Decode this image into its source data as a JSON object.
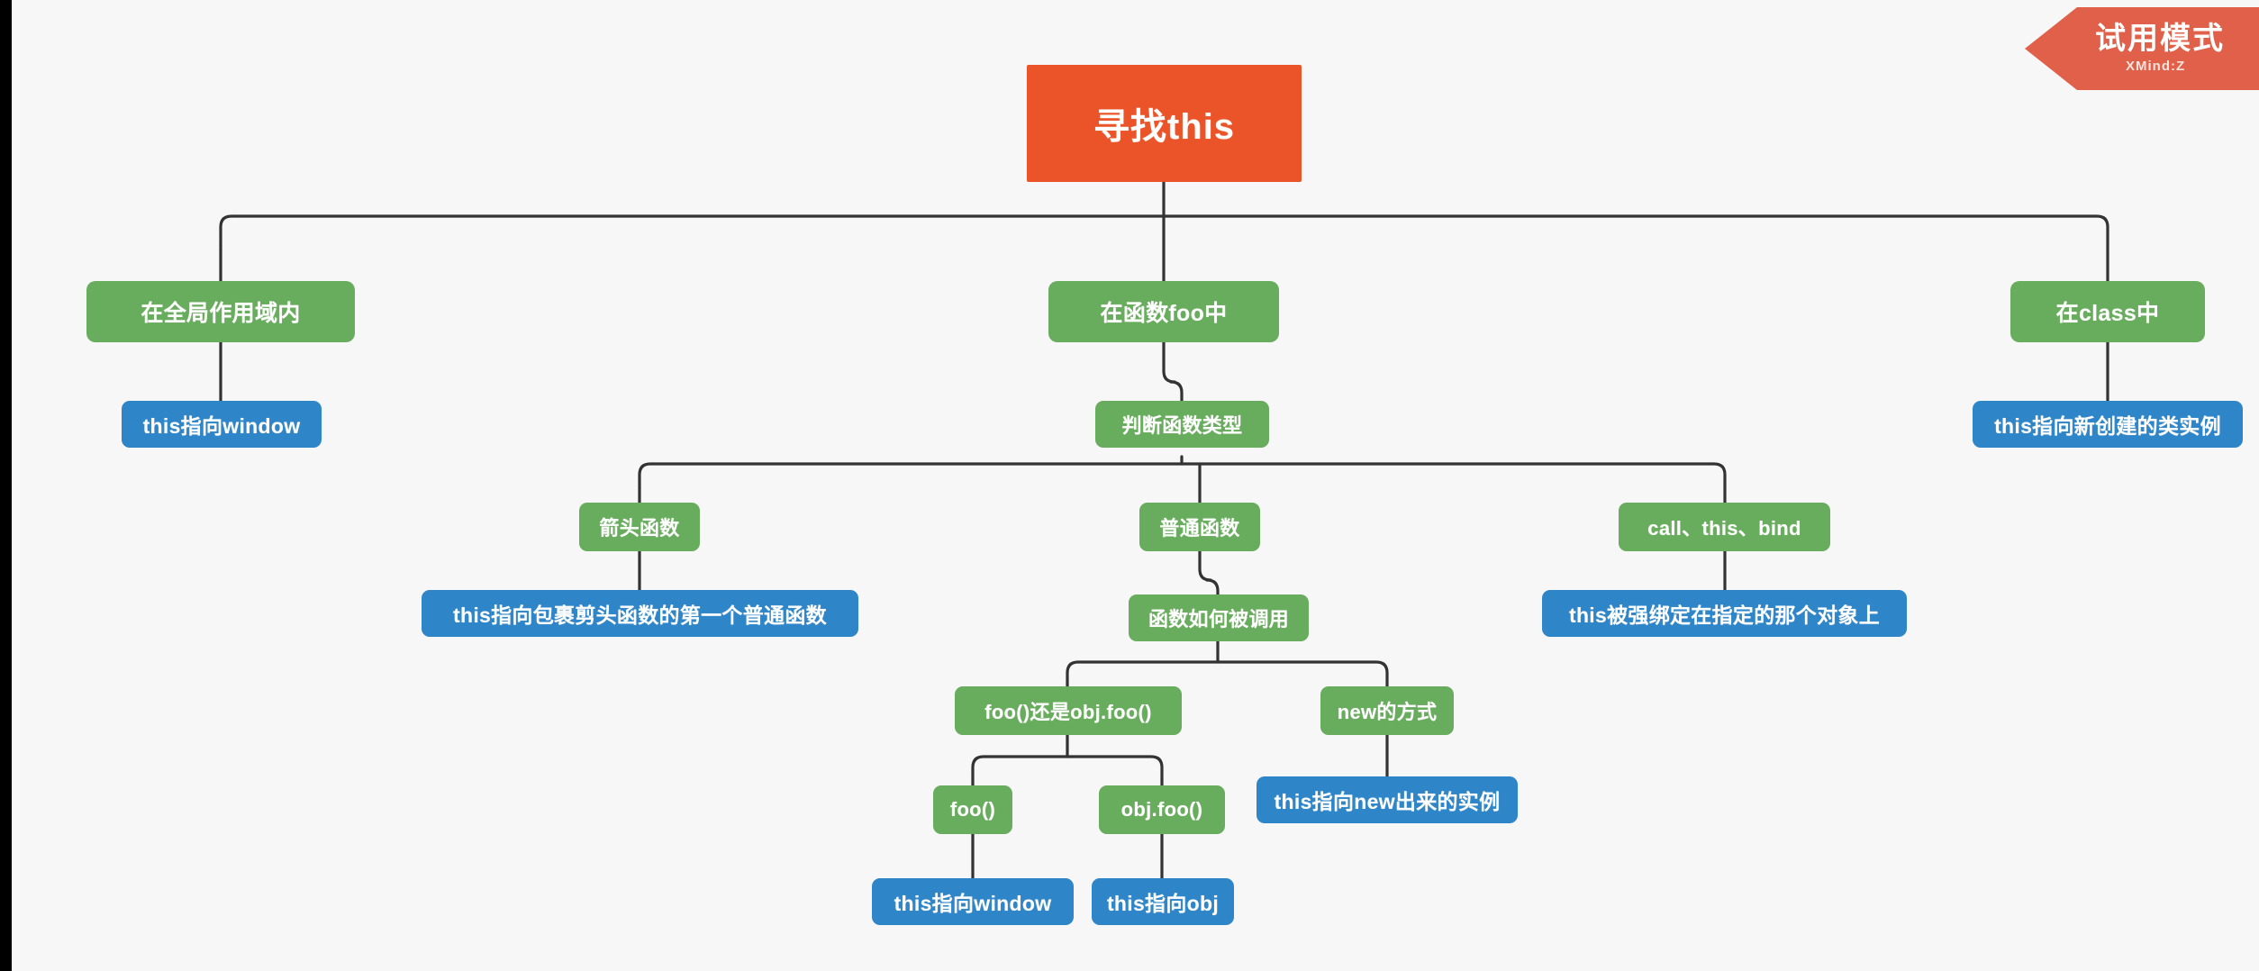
{
  "app": {
    "watermark": {
      "title": "试用模式",
      "subtitle": "XMind:Z"
    }
  },
  "colors": {
    "canvas_background": "#f7f7f7",
    "root_node": "#eb5428",
    "branch_node": "#68ac5d",
    "leaf_node": "#2e85c8",
    "connector": "#333333",
    "node_text": "#ffffff",
    "letterbox": "#000000"
  },
  "mindmap": {
    "type": "tree",
    "orientation": "top-down",
    "root": {
      "id": "root",
      "label": "寻找this",
      "style": "root",
      "children": [
        {
          "id": "global-scope",
          "label": "在全局作用域内",
          "style": "green",
          "children": [
            {
              "id": "global-this-window",
              "label": "this指向window",
              "style": "blue",
              "children": []
            }
          ]
        },
        {
          "id": "in-function-foo",
          "label": "在函数foo中",
          "style": "green",
          "children": [
            {
              "id": "judge-function-type",
              "label": "判断函数类型",
              "style": "green",
              "children": [
                {
                  "id": "arrow-function",
                  "label": "箭头函数",
                  "style": "green",
                  "children": [
                    {
                      "id": "arrow-this",
                      "label": "this指向包裹剪头函数的第一个普通函数",
                      "style": "blue",
                      "children": []
                    }
                  ]
                },
                {
                  "id": "normal-function",
                  "label": "普通函数",
                  "style": "green",
                  "children": [
                    {
                      "id": "how-called",
                      "label": "函数如何被调用",
                      "style": "green",
                      "children": [
                        {
                          "id": "foo-or-objfoo",
                          "label": "foo()还是obj.foo()",
                          "style": "green",
                          "children": [
                            {
                              "id": "foo-call",
                              "label": "foo()",
                              "style": "green",
                              "children": [
                                {
                                  "id": "foo-this-window",
                                  "label": "this指向window",
                                  "style": "blue",
                                  "children": []
                                }
                              ]
                            },
                            {
                              "id": "objfoo-call",
                              "label": "obj.foo()",
                              "style": "green",
                              "children": [
                                {
                                  "id": "objfoo-this-obj",
                                  "label": "this指向obj",
                                  "style": "blue",
                                  "children": []
                                }
                              ]
                            }
                          ]
                        },
                        {
                          "id": "new-way",
                          "label": "new的方式",
                          "style": "green",
                          "children": [
                            {
                              "id": "new-this-instance",
                              "label": "this指向new出来的实例",
                              "style": "blue",
                              "children": []
                            }
                          ]
                        }
                      ]
                    }
                  ]
                },
                {
                  "id": "call-this-bind",
                  "label": "call、this、bind",
                  "style": "green",
                  "children": [
                    {
                      "id": "hard-bound-this",
                      "label": "this被强绑定在指定的那个对象上",
                      "style": "blue",
                      "children": []
                    }
                  ]
                }
              ]
            }
          ]
        },
        {
          "id": "in-class",
          "label": "在class中",
          "style": "green",
          "children": [
            {
              "id": "class-this-instance",
              "label": "this指向新创建的类实例",
              "style": "blue",
              "children": []
            }
          ]
        }
      ]
    }
  },
  "nodes": {
    "root": {
      "label": "寻找this"
    },
    "global_scope": {
      "label": "在全局作用域内"
    },
    "global_this_window": {
      "label": "this指向window"
    },
    "in_function_foo": {
      "label": "在函数foo中"
    },
    "judge_function_type": {
      "label": "判断函数类型"
    },
    "arrow_function": {
      "label": "箭头函数"
    },
    "arrow_this": {
      "label": "this指向包裹剪头函数的第一个普通函数"
    },
    "normal_function": {
      "label": "普通函数"
    },
    "how_called": {
      "label": "函数如何被调用"
    },
    "foo_or_objfoo": {
      "label": "foo()还是obj.foo()"
    },
    "foo_call": {
      "label": "foo()"
    },
    "foo_this_window": {
      "label": "this指向window"
    },
    "objfoo_call": {
      "label": "obj.foo()"
    },
    "objfoo_this_obj": {
      "label": "this指向obj"
    },
    "new_way": {
      "label": "new的方式"
    },
    "new_this_instance": {
      "label": "this指向new出来的实例"
    },
    "call_this_bind": {
      "label": "call、this、bind"
    },
    "hard_bound_this": {
      "label": "this被强绑定在指定的那个对象上"
    },
    "in_class": {
      "label": "在class中"
    },
    "class_this_instance": {
      "label": "this指向新创建的类实例"
    }
  }
}
